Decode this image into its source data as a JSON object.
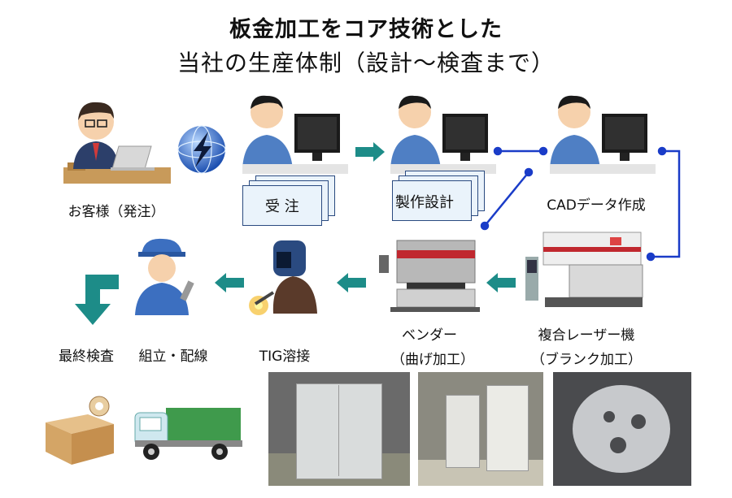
{
  "title": {
    "line1": "板金加工をコア技術とした",
    "line2": "当社の生産体制（設計～検査まで）"
  },
  "nodes": {
    "customer": "お客様（発注）",
    "order": "受 注",
    "design": "製作設計",
    "cad": "CADデータ作成",
    "laser_line1": "複合レーザー機",
    "laser_line2": "（ブランク加工）",
    "bender_line1": "ベンダー",
    "bender_line2": "（曲げ加工）",
    "tig": "TIG溶接",
    "assembly": "組立・配線",
    "inspection": "最終検査"
  },
  "icons": [
    "person-at-laptop-icon",
    "internet-globe-icon",
    "worker-at-computer-icon",
    "laser-machine-icon",
    "press-brake-icon",
    "welder-icon",
    "assembler-icon",
    "cardboard-box-icon",
    "delivery-truck-icon",
    "down-left-arrow-icon"
  ],
  "colors": {
    "flow_arrow": "#1d8c88",
    "connector_line": "#1a3cc8",
    "doc_border": "#2a4a80"
  }
}
